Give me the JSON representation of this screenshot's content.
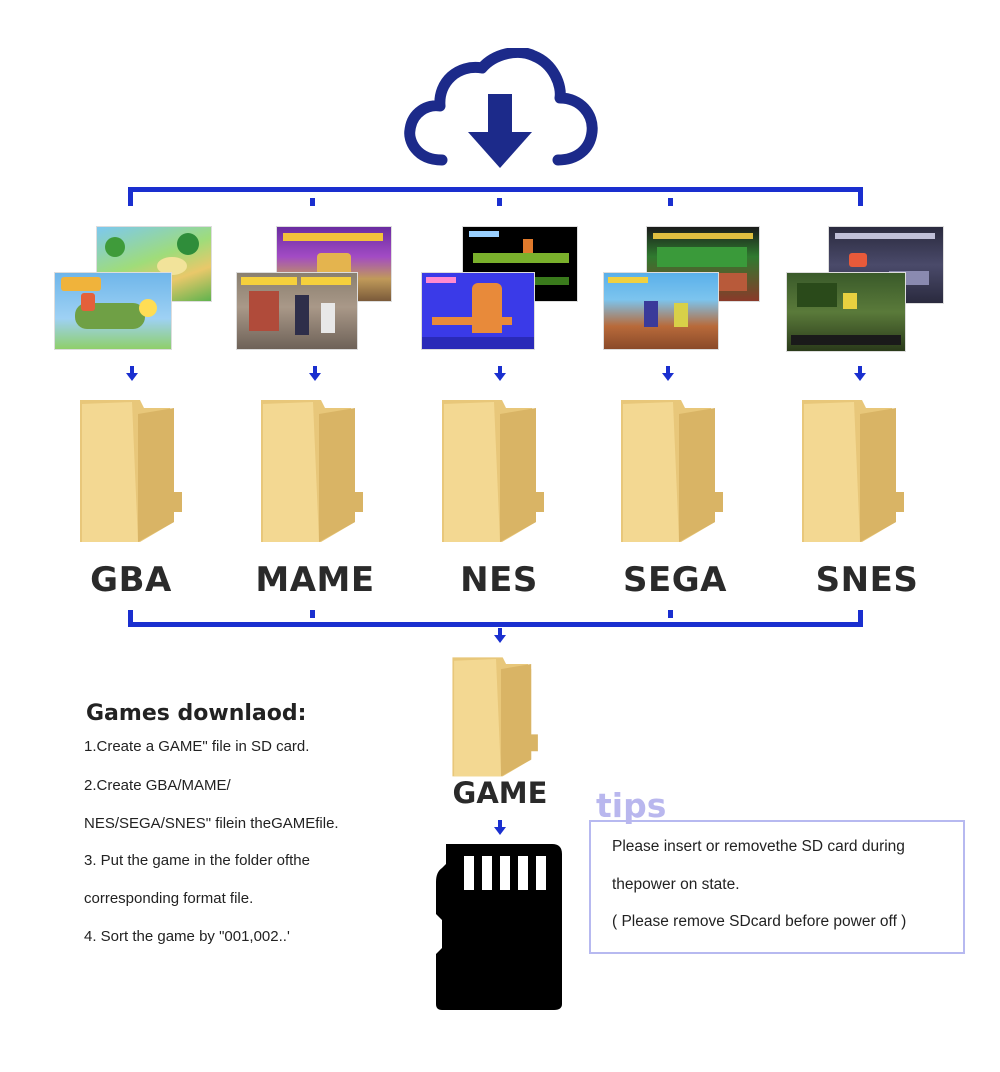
{
  "diagram": {
    "platforms": [
      {
        "name": "GBA"
      },
      {
        "name": "MAME"
      },
      {
        "name": "NES"
      },
      {
        "name": "SEGA"
      },
      {
        "name": "SNES"
      }
    ],
    "target_folder": "GAME",
    "colors": {
      "connector": "#1a2fcf",
      "cloud_outline": "#1c2a8a",
      "folder": "#f2d58f",
      "sd_card": "#000000",
      "tips_accent": "#b9b7ee"
    },
    "icons": [
      "cloud-download-icon",
      "folder-icon",
      "sd-card-icon",
      "down-arrow-icon"
    ]
  },
  "instructions": {
    "title": "Games downlaod:",
    "lines": [
      "1.Create a GAME\" file in SD card.",
      "2.Create GBA/MAME/",
      "NES/SEGA/SNES\" filein theGAMEfile.",
      "3. Put the game in the folder ofthe",
      "corresponding format file.",
      "4. Sort the game by \"001,002..'"
    ]
  },
  "tips": {
    "heading": "tips",
    "lines": [
      "Please insert or removethe SD card during",
      "thepower on state.",
      "( Please remove SDcard before power off )"
    ]
  }
}
